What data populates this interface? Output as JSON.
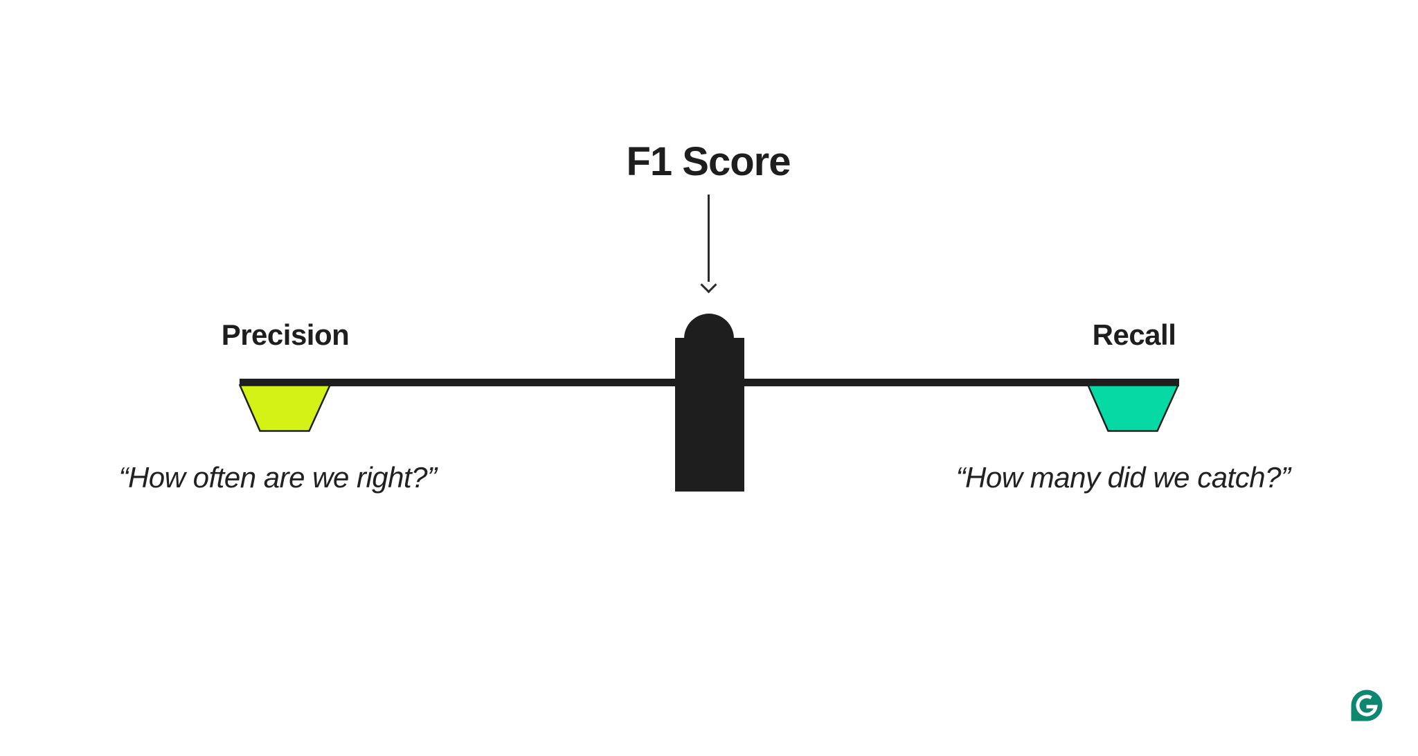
{
  "diagram": {
    "title": "F1 Score",
    "left": {
      "label": "Precision",
      "quote": "“How often are we right?”",
      "weight_color": "#d4f216"
    },
    "right": {
      "label": "Recall",
      "quote": "“How many did we catch?”",
      "weight_color": "#06d9a4"
    },
    "colors": {
      "ink": "#1e1e1e",
      "background": "#ffffff",
      "logo_green": "#0e8770"
    },
    "logo": {
      "name": "grammarly-logo"
    }
  }
}
